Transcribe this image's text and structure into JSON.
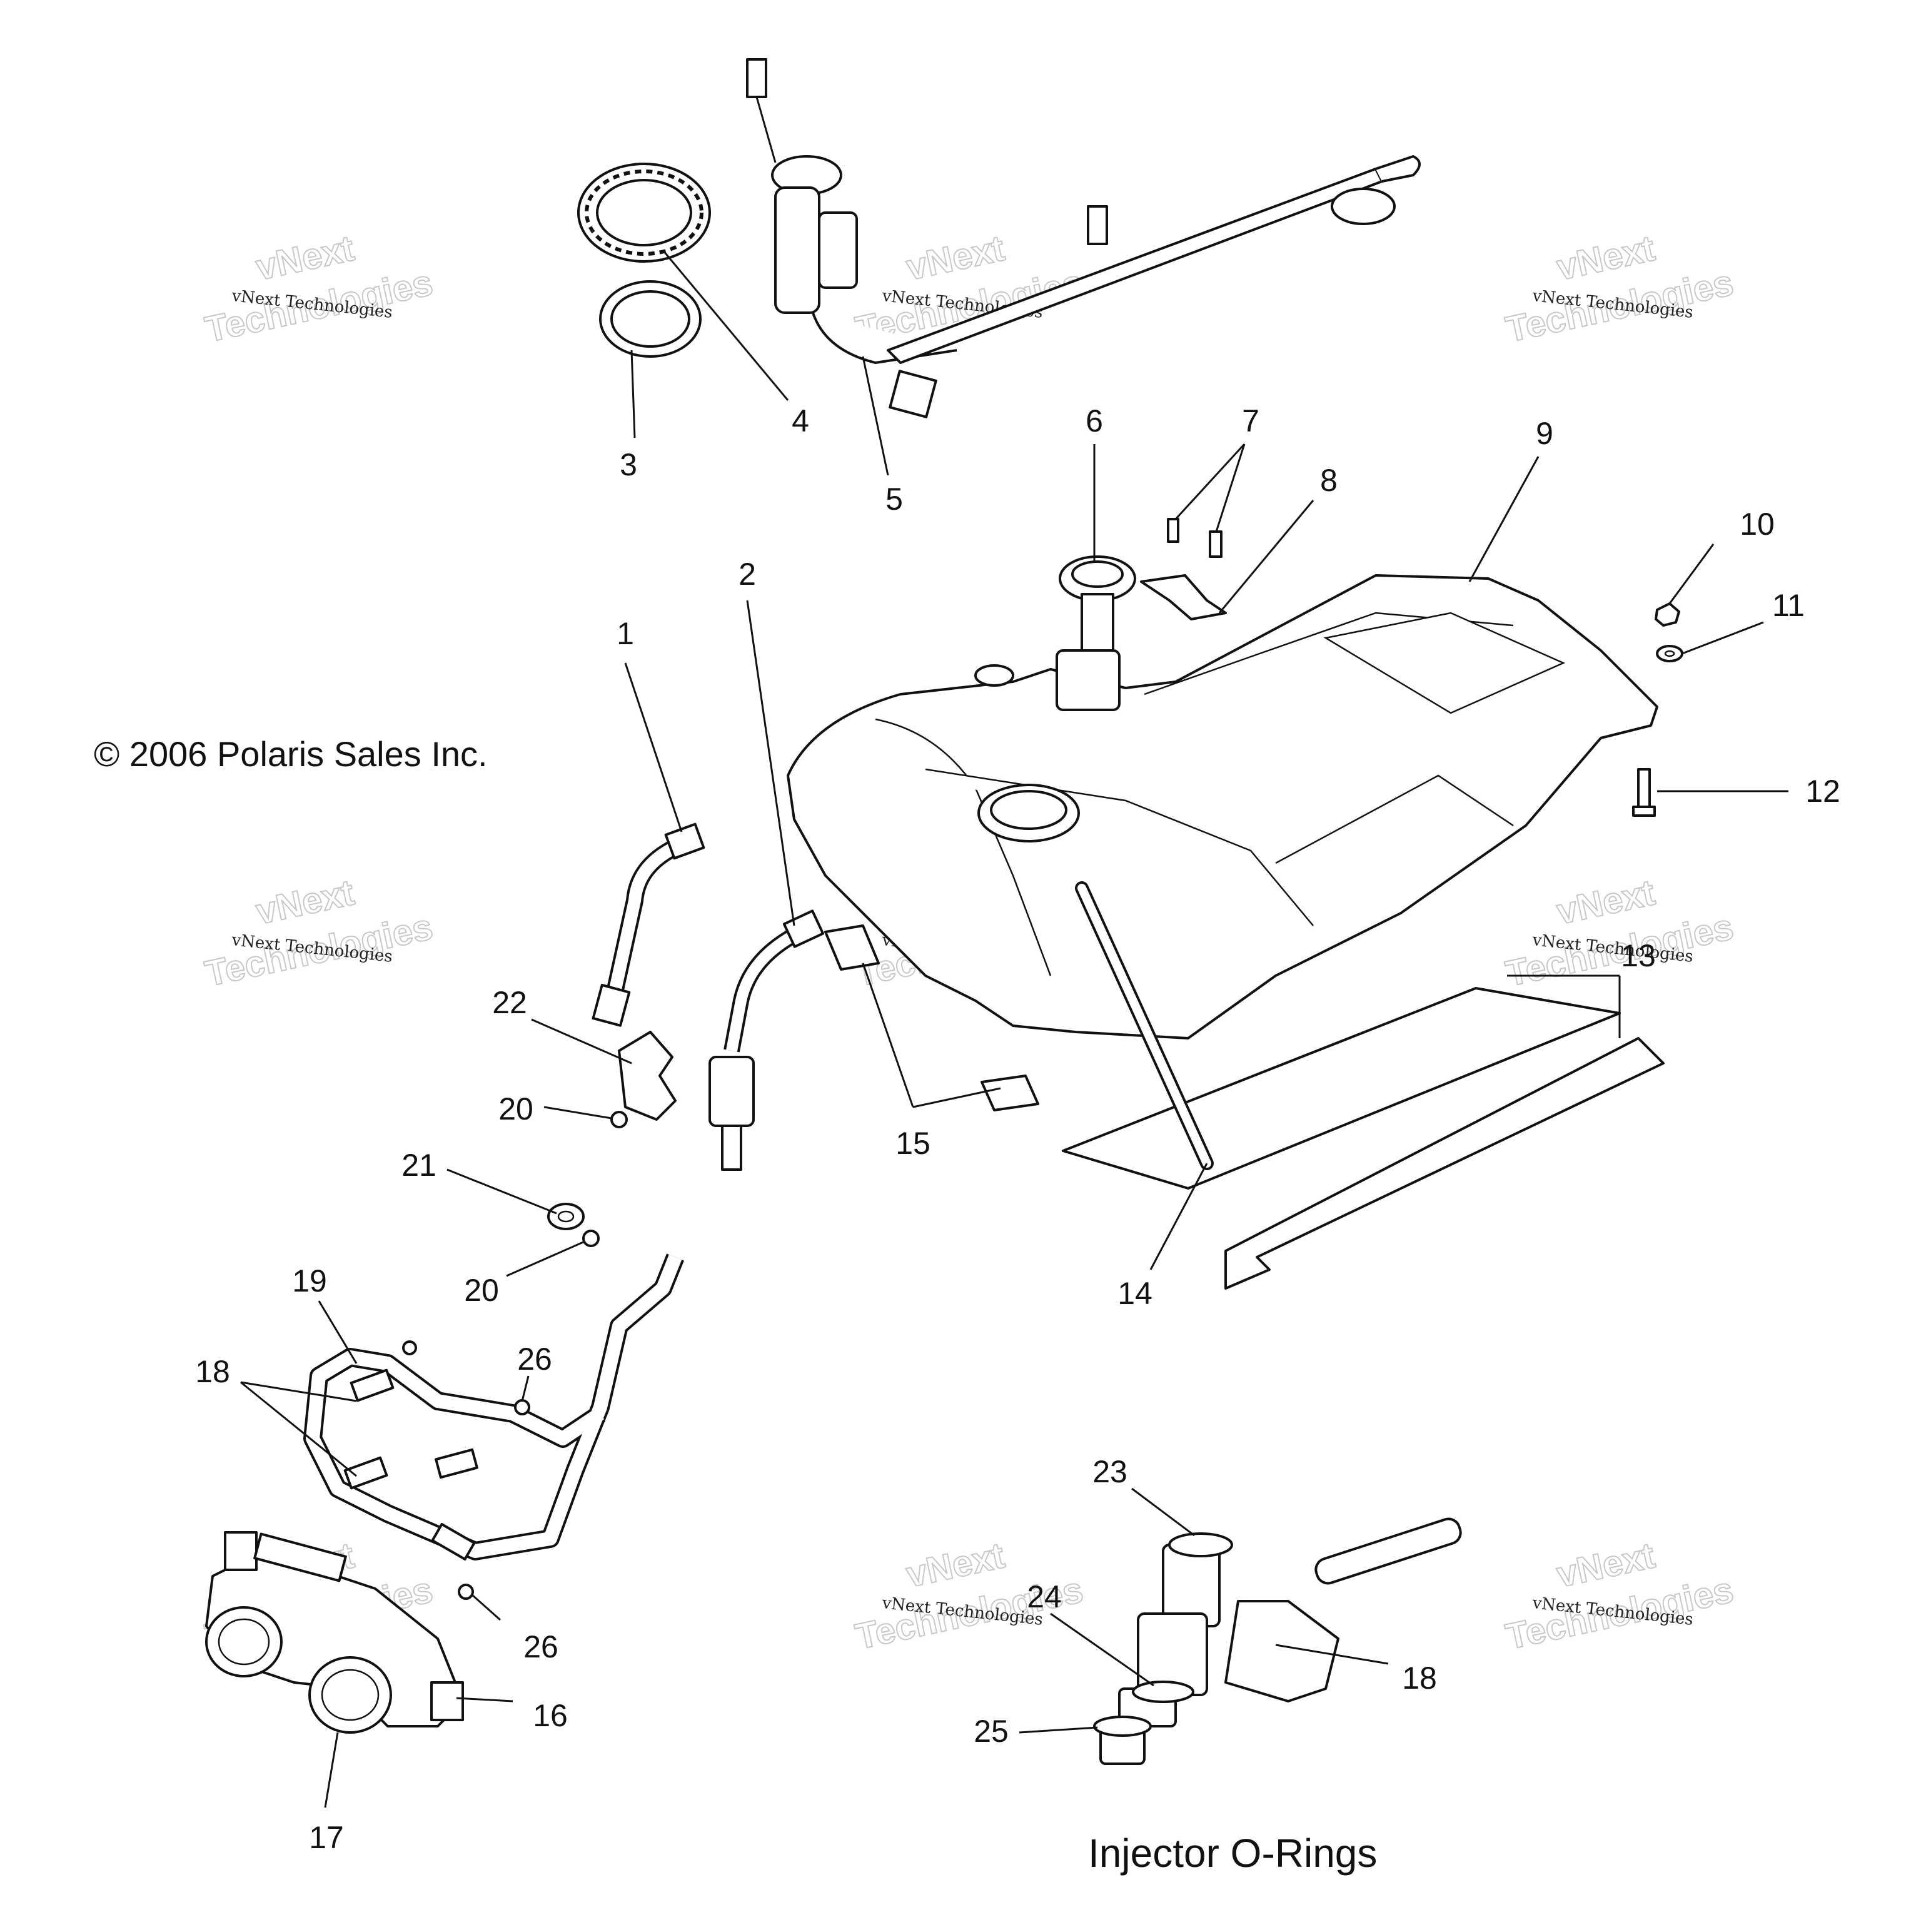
{
  "copyright": "© 2006 Polaris Sales Inc.",
  "caption": "Injector O-Rings",
  "watermark": {
    "line1": "vNext Technologies",
    "line2": "vNext",
    "line3": "Technologies"
  },
  "callouts": {
    "c1": "1",
    "c2": "2",
    "c3": "3",
    "c4": "4",
    "c5": "5",
    "c6": "6",
    "c7": "7",
    "c8": "8",
    "c9": "9",
    "c10": "10",
    "c11": "11",
    "c12": "12",
    "c13": "13",
    "c14": "14",
    "c15": "15",
    "c16": "16",
    "c17": "17",
    "c18a": "18",
    "c18b": "18",
    "c19": "19",
    "c20a": "20",
    "c20b": "20",
    "c21": "21",
    "c22": "22",
    "c23": "23",
    "c24": "24",
    "c25": "25",
    "c26a": "26",
    "c26b": "26"
  },
  "parts": [
    "fuel-line-1",
    "fuel-filter-line-2",
    "pump-gasket-3",
    "lock-ring-4",
    "fuel-pump-assembly-5",
    "fuel-cap-6",
    "screws-7",
    "bracket-8",
    "fuel-tank-9",
    "nut-10",
    "washer-11",
    "bolt-12",
    "pads-13",
    "vent-hose-14",
    "foam-blocks-15",
    "throttle-body-16",
    "throttle-bore-17",
    "fuel-injectors-18",
    "fuel-rail-hose-19",
    "screws-20",
    "clamp-21",
    "bracket-22",
    "o-ring-23",
    "o-ring-24",
    "o-ring-25",
    "screws-26"
  ]
}
